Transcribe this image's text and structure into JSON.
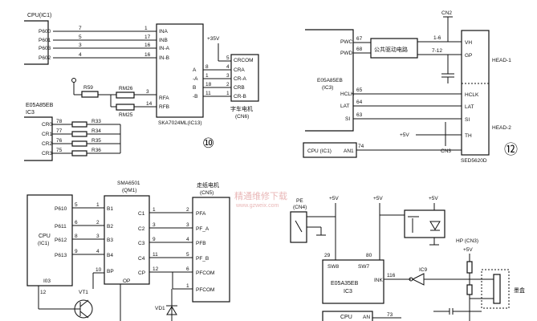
{
  "d10": {
    "cpu_label": "CPU(IC1)",
    "cpu_pins": [
      "P600",
      "P601",
      "P603",
      "P602"
    ],
    "pin_nums_left": [
      "7",
      "5",
      "3",
      "4"
    ],
    "pin_nums_right": [
      "1",
      "17",
      "16",
      "16"
    ],
    "ic13_inputs": [
      "INA",
      "INB",
      "IN-A",
      "IN-B"
    ],
    "ic13_outputs": [
      "A",
      "-A",
      "B",
      "-B"
    ],
    "ic13_label": "SKA7024ML(IC13)",
    "rfa": "RFA",
    "rfb": "RFB",
    "rfa_num": "3",
    "rfb_num": "14",
    "r59": "R59",
    "rm26": "RM26",
    "rm25": "RM25",
    "plus35": "+35V",
    "out_nums": [
      "8",
      "1",
      "18",
      "11"
    ],
    "out_nums2": [
      "5",
      "4",
      "3",
      "2",
      "1"
    ],
    "motor_pins": [
      "CRCOM",
      "CRA",
      "CR-A",
      "CRB",
      "CR-B"
    ],
    "motor_label": "字车电机",
    "motor_ref": "(CN6)",
    "ic3_label": "E05A85EB",
    "ic3_ref": "IC3",
    "cr_pins": [
      "CR0",
      "CR1",
      "CR2",
      "CR3"
    ],
    "cr_nums": [
      "78",
      "77",
      "76",
      "75"
    ],
    "cr_res": [
      "R33",
      "R34",
      "R35",
      "R36"
    ],
    "circle_num": "⑩"
  },
  "d12": {
    "ic3_label": "E05A85EB",
    "ic3_ref": "(IC3)",
    "pwc": "PWC",
    "pwd": "PWD",
    "pwc_num": "67",
    "pwd_num": "68",
    "driver_label": "公共驱动电路",
    "range1": "1-6",
    "range2": "7-12",
    "cn2": "CN2",
    "cn3": "CN3",
    "head_pins": [
      "VH",
      "GP",
      "HCLK",
      "LAT",
      "SI",
      "TH"
    ],
    "left_pins": [
      "HCLK",
      "LAT",
      "SI"
    ],
    "left_nums": [
      "65",
      "64",
      "63"
    ],
    "head1": "HEAD-1",
    "head2": "HEAD-2",
    "plus5": "+5V",
    "cpu_label": "CPU (IC1)",
    "an1": "AN1",
    "an1_num": "74",
    "head_ref": "SED5620D",
    "circle_num": "⑫"
  },
  "d11": {
    "cpu": "CPU",
    "cpu_ref": "(IC1)",
    "pins": [
      "P610",
      "P611",
      "P612",
      "P613"
    ],
    "nums_a": [
      "5",
      "6",
      "8",
      "9"
    ],
    "nums_b": [
      "1",
      "2",
      "3",
      "4"
    ],
    "io3": "I03",
    "sma_label": "SMA6501",
    "sma_ref": "(QM1)",
    "b_pins": [
      "B1",
      "B2",
      "B3",
      "B4",
      "BP"
    ],
    "c_pins": [
      "C1",
      "C2",
      "C3",
      "C4",
      "CP"
    ],
    "op": "OP",
    "bp_num": "10",
    "c_nums": [
      "1",
      "3",
      "9",
      "11",
      "12"
    ],
    "pf_pins": [
      "PFA",
      "PF_A",
      "PFB",
      "PF_B",
      "PFCOM",
      "PFCOM"
    ],
    "pf_nums": [
      "2",
      "3",
      "4",
      "5",
      "6",
      "1"
    ],
    "paper_motor": "走纸电机",
    "paper_ref": "(CN5)",
    "vt1": "VT1",
    "vd1": "VD1",
    "n12": "12"
  },
  "dpe": {
    "plus5": "+5V",
    "pe": "PE",
    "cn4": "(CN4)",
    "ic3_label": "E05A35EB",
    "ic3_ref": "IC3",
    "sw8": "SW8",
    "sw7": "SW7",
    "ink": "INK",
    "n29": "29",
    "n80": "80",
    "n116": "116",
    "ic9": "IC9",
    "hp": "HP (CN3)",
    "plus5b": "+5V",
    "ink_box": "墨盒",
    "cpu": "CPU",
    "an": "AN",
    "n73": "73"
  },
  "watermark": {
    "cn": "精通维修下载",
    "url": "www.gzweix.com"
  }
}
